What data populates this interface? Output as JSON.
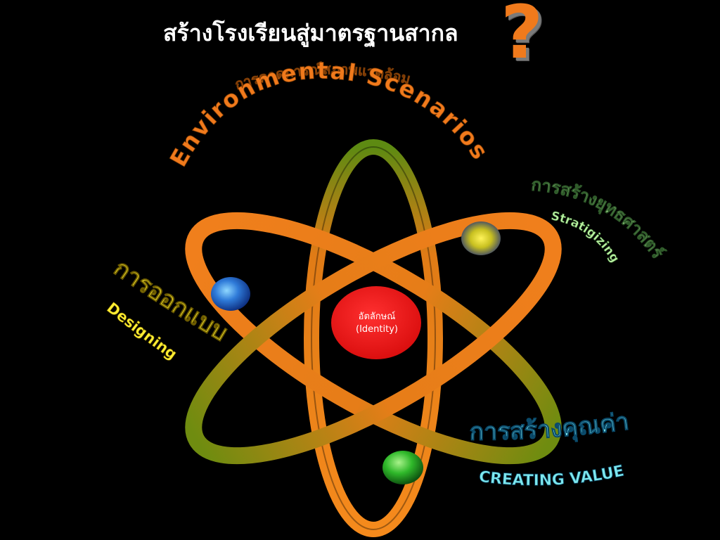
{
  "title": "สร้างโรงเรียนสู่มาตรฐานสากล",
  "question_mark": "?",
  "nucleus": {
    "thai": "อัตลักษณ์",
    "english": "(Identity)"
  },
  "labels": {
    "environment_thai": "การคาดการณ์สภาพแวดล้อม",
    "environment_en": "Environmental Scenarios",
    "strategy_thai": "การสร้างยุทธศาสตร์",
    "strategy_en": "Stratigizing",
    "design_thai": "การออกแบบ",
    "design_en": "Designing",
    "value_thai": "การสร้างคุณค่า",
    "value_en": "CREATING VALUE"
  },
  "colors": {
    "background": "#000000",
    "orbit_orange": "#f07f1c",
    "orbit_green": "#6d8a10",
    "nucleus_red": "#ee1111",
    "electron_blue": "#2f7bd9",
    "electron_yellow": "#e8dd2a",
    "electron_green": "#2fb82a",
    "env_text": "#f07a1c",
    "strategy_text": "#b8f0a0",
    "design_text": "#ffee33",
    "value_text": "#7ee8ee"
  }
}
